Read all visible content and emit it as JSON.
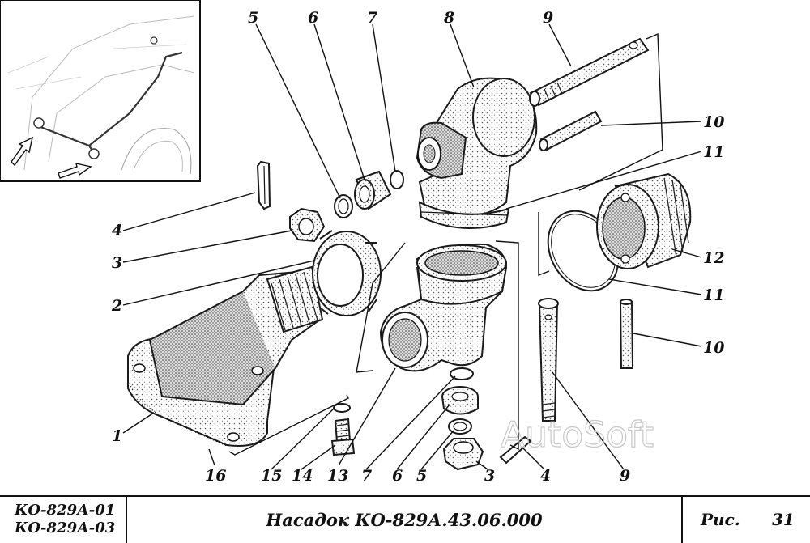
{
  "callouts": [
    {
      "id": "c1",
      "text": "1"
    },
    {
      "id": "c2",
      "text": "2"
    },
    {
      "id": "c3",
      "text": "3"
    },
    {
      "id": "c4a",
      "text": "4"
    },
    {
      "id": "c5a",
      "text": "5"
    },
    {
      "id": "c6a",
      "text": "6"
    },
    {
      "id": "c7a",
      "text": "7"
    },
    {
      "id": "c8",
      "text": "8"
    },
    {
      "id": "c9a",
      "text": "9"
    },
    {
      "id": "c10a",
      "text": "10"
    },
    {
      "id": "c11a",
      "text": "11"
    },
    {
      "id": "c12",
      "text": "12"
    },
    {
      "id": "c11b",
      "text": "11"
    },
    {
      "id": "c10b",
      "text": "10"
    },
    {
      "id": "c16",
      "text": "16"
    },
    {
      "id": "c15",
      "text": "15"
    },
    {
      "id": "c14",
      "text": "14"
    },
    {
      "id": "c13",
      "text": "13"
    },
    {
      "id": "c7b",
      "text": "7"
    },
    {
      "id": "c6b",
      "text": "6"
    },
    {
      "id": "c5b",
      "text": "5"
    },
    {
      "id": "c3b",
      "text": "3"
    },
    {
      "id": "c4b",
      "text": "4"
    },
    {
      "id": "c9b",
      "text": "9"
    }
  ],
  "watermark": "AutoSoft",
  "title_block": {
    "models": [
      "КО-829А-01",
      "КО-829А-03"
    ],
    "title": "Насадок КО-829А.43.06.000",
    "fig_label": "Рис.",
    "fig_number": "31"
  }
}
